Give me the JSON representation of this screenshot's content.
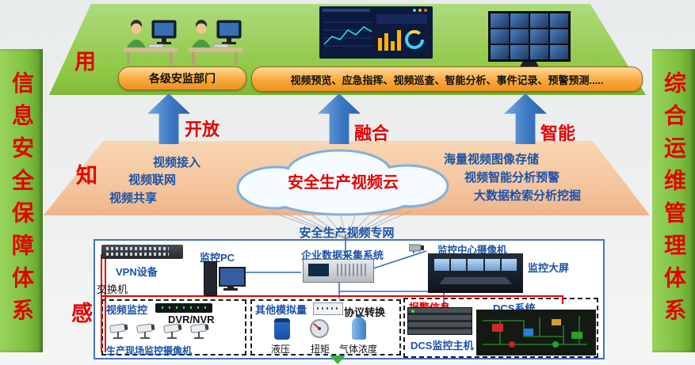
{
  "banners": {
    "left": "信息安全保障体系",
    "right": "综合运维管理体系"
  },
  "layers": {
    "use": {
      "tag": "用",
      "departments": "各级安监部门",
      "functions": "视频预览、应急指挥、视频巡查、智能分析、事件记录、预警预测....."
    },
    "know": {
      "tag": "知",
      "cloud_title": "安全生产视频云",
      "left_items": [
        "视频接入",
        "视频联网",
        "视频共享"
      ],
      "right_items": [
        "海量视频图像存储",
        "视频智能分析预警",
        "大数据检索分析挖掘"
      ]
    },
    "sense": {
      "tag": "感"
    }
  },
  "arrows": [
    {
      "label": "开放"
    },
    {
      "label": "融合"
    },
    {
      "label": "智能"
    }
  ],
  "network": {
    "label": "安全生产视频专网"
  },
  "devices": {
    "vpn": "VPN设备",
    "switch": "交换机",
    "monitor_pc": "监控PC",
    "data_collector": "企业数据采集系统",
    "center_camera": "监控中心摄像机",
    "big_screen": "监控大屏",
    "video_group": {
      "title": "视频监控",
      "dvr": "DVR/NVR",
      "site_cameras": "生产现场监控摄像机"
    },
    "analog_group": {
      "title": "其他模拟量",
      "protocol": "协议转换",
      "sensors": [
        "液压",
        "扭矩",
        "气体浓度"
      ]
    },
    "alarm_group": {
      "title": "报警信息",
      "dcs": "DCS系统",
      "dcs_host": "DCS监控主机"
    }
  },
  "colors": {
    "banner_green": "#7CBF3E",
    "band_orange": "#F3C29A",
    "arrow_blue": "#3C78C4",
    "accent_red": "#E60000",
    "label_blue": "#1A52A8",
    "box_orange": "#F9A93C"
  }
}
